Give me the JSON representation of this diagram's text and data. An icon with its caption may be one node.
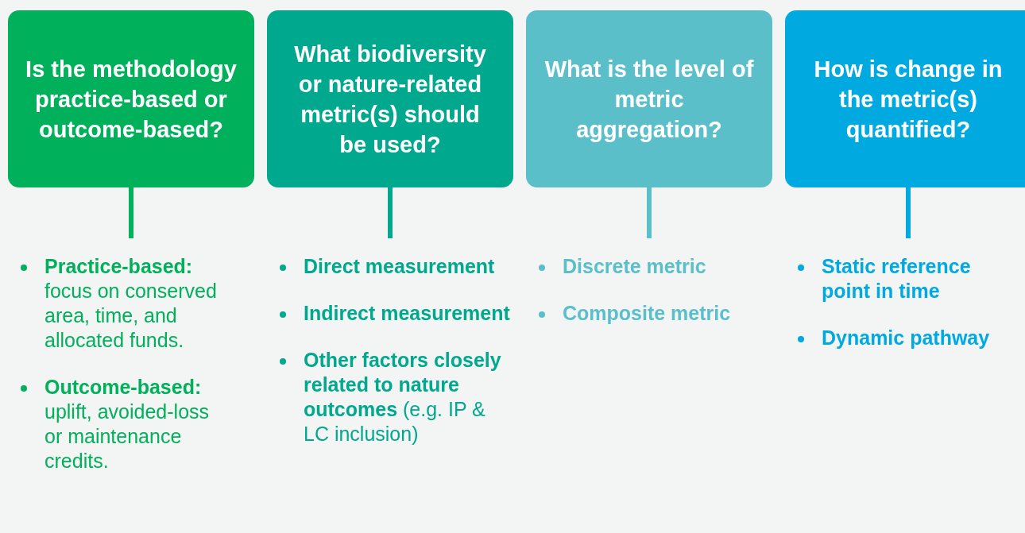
{
  "diagram": {
    "nodes": [
      {
        "text": [
          "Is the methodology practice-based or outcome-based?"
        ]
      },
      {
        "text": [
          "What biodiversity or nature-related metric(s) should be used?"
        ]
      },
      {
        "text": [
          "What is the level of metric aggregation?"
        ]
      },
      {
        "text": [
          "How is change in the metric(s) quantified?"
        ]
      },
      {
        "text": [
          "**Practice-based:** focus on conserved area, time, and allocated funds.",
          "**Outcome-based:** uplift, avoided-loss or maintenance credits."
        ]
      },
      {
        "text": [
          "**Direct measurement**",
          "**Indirect measurement**",
          "**Other factors closely related to nature outcomes** (e.g. IP & LC inclusion)"
        ]
      },
      {
        "text": [
          "**Discrete metric**",
          "**Composite metric**"
        ]
      },
      {
        "text": [
          "**Static reference point in time**",
          "**Dynamic pathway**"
        ]
      }
    ],
    "edges": [
      {
        "from": 0,
        "to": 4,
        "arrow": "none",
        "color": "#00b05a"
      },
      {
        "from": 1,
        "to": 5,
        "arrow": "none",
        "color": "#00a88e"
      },
      {
        "from": 2,
        "to": 6,
        "arrow": "none",
        "color": "#5bbfca"
      },
      {
        "from": 3,
        "to": 7,
        "arrow": "none",
        "color": "#00a9e0"
      }
    ]
  }
}
